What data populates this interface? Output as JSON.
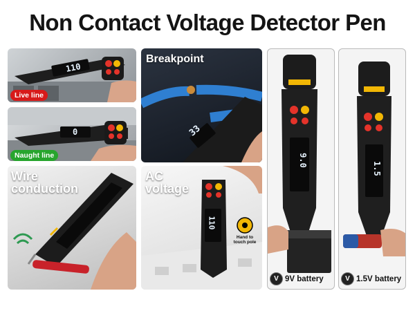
{
  "title": "Non Contact Voltage Detector Pen",
  "panels": {
    "live_line": {
      "label": "Live line",
      "reading": "110"
    },
    "naught_line": {
      "label": "Naught line",
      "reading": "0"
    },
    "wire_conduction": {
      "label_line1": "Wire",
      "label_line2": "conduction"
    },
    "breakpoint": {
      "label": "Breakpoint",
      "reading": "33"
    },
    "ac_voltage": {
      "label_line1": "AC",
      "label_line2": "voltage",
      "note_line1": "Hand to",
      "note_line2": "touch pole",
      "reading": "110"
    },
    "battery_9v": {
      "label": "9V battery",
      "reading": "9.0"
    },
    "battery_15v": {
      "label": "1.5V battery",
      "reading": "1.5"
    }
  },
  "colors": {
    "live_badge": "#d71a1a",
    "naught_badge": "#27a52d",
    "pen_accent": "#f2b705",
    "title_text": "#141414"
  },
  "icons": {
    "battery_badge": "shield-v-icon"
  }
}
